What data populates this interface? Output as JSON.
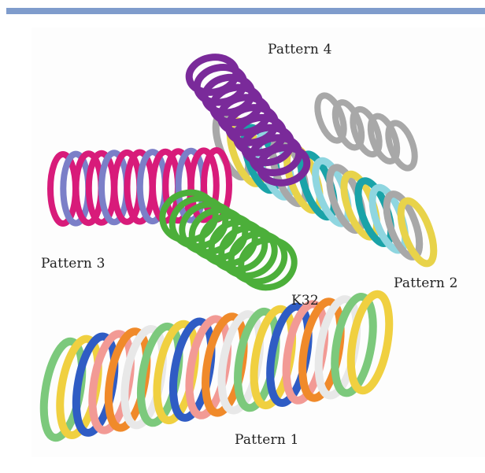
{
  "labels": {
    "pattern4": "Pattern 4",
    "pattern3": "Pattern 3",
    "pattern2": "Pattern 2",
    "k32": "K32",
    "pattern1": "Pattern 1"
  },
  "colors": {
    "header_bar": "#7f9ccc",
    "pattern4": "#7a2a9a",
    "pattern3_magenta": "#d81b7a",
    "pattern3_lavender": "#7b7fc8",
    "pattern2_teal": "#1aa3a8",
    "pattern2_cyan": "#8fd6e0",
    "pattern2_yellow": "#e8d34a",
    "pattern2_gray": "#a8a8a8",
    "k32": "#4caf3a",
    "pattern1_yellow": "#f0d040",
    "pattern1_blue": "#2f5cc4",
    "pattern1_pink": "#f29a95",
    "pattern1_green": "#7cc97c",
    "pattern1_orange": "#f08a2a",
    "pattern1_white": "#e8e8e8"
  }
}
